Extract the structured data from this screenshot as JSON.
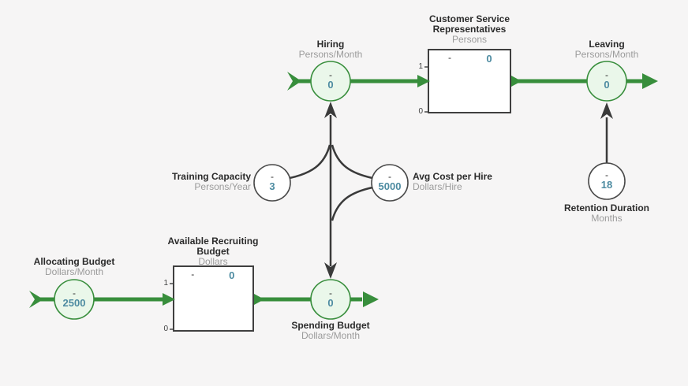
{
  "diagram": {
    "background": "#f6f5f5",
    "colors": {
      "flow_green": "#388e3c",
      "valve_fill": "#eaf7ea",
      "link_gray": "#3a3a3a",
      "value_blue": "#4d8ba1",
      "label_dark": "#2b2b2b",
      "units_gray": "#9b9b9b",
      "stock_border": "#3f3f3f"
    },
    "stocks": [
      {
        "id": "customer-service-representatives",
        "name_line1": "Customer Service",
        "name_line2": "Representatives",
        "units": "Persons",
        "dash": "-",
        "value": "0",
        "axis_max": "1",
        "axis_min": "0"
      },
      {
        "id": "available-recruiting-budget",
        "name_line1": "Available Recruiting",
        "name_line2": "Budget",
        "units": "Dollars",
        "dash": "-",
        "value": "0",
        "axis_max": "1",
        "axis_min": "0"
      }
    ],
    "flows": [
      {
        "id": "hiring",
        "name": "Hiring",
        "units": "Persons/Month",
        "dash": "-",
        "value": "0"
      },
      {
        "id": "leaving",
        "name": "Leaving",
        "units": "Persons/Month",
        "dash": "-",
        "value": "0"
      },
      {
        "id": "allocating-budget",
        "name": "Allocating Budget",
        "units": "Dollars/Month",
        "dash": "-",
        "value": "2500"
      },
      {
        "id": "spending-budget",
        "name": "Spending Budget",
        "units": "Dollars/Month",
        "dash": "-",
        "value": "0"
      }
    ],
    "variables": [
      {
        "id": "training-capacity",
        "name": "Training Capacity",
        "units": "Persons/Year",
        "dash": "-",
        "value": "3"
      },
      {
        "id": "avg-cost-per-hire",
        "name": "Avg Cost per Hire",
        "units": "Dollars/Hire",
        "dash": "-",
        "value": "5000"
      },
      {
        "id": "retention-duration",
        "name": "Retention Duration",
        "units": "Months",
        "dash": "-",
        "value": "18"
      }
    ],
    "links": [
      {
        "from": "training-capacity",
        "to": "hiring"
      },
      {
        "from": "avg-cost-per-hire",
        "to": "hiring"
      },
      {
        "from": "avg-cost-per-hire",
        "to": "spending-budget"
      },
      {
        "from": "retention-duration",
        "to": "leaving"
      }
    ]
  }
}
